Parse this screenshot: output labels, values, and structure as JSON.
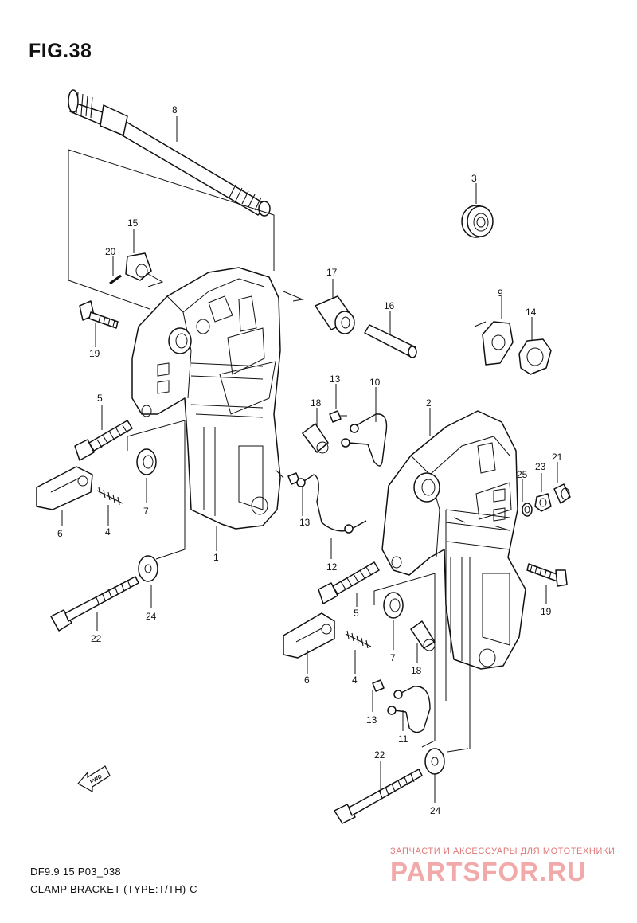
{
  "figure": {
    "title": "FIG.38",
    "model_code": "DF9.9 15 P03_038",
    "caption": "CLAMP BRACKET (TYPE:T/TH)-C",
    "fwd_label": "FWD"
  },
  "watermark": {
    "tagline": "ЗАПЧАСТИ И АКСЕССУАРЫ ДЛЯ МОТОТЕХНИКИ",
    "site": "PARTSFOR.RU",
    "color": "#f1a9a9"
  },
  "callouts": {
    "c8": "8",
    "c3": "3",
    "c15": "15",
    "c20": "20",
    "c17": "17",
    "c16": "16",
    "c9": "9",
    "c14": "14",
    "c19a": "19",
    "c13a": "13",
    "c10": "10",
    "c18a": "18",
    "c2": "2",
    "c5a": "5",
    "c25": "25",
    "c23": "23",
    "c21": "21",
    "c7a": "7",
    "c6a": "6",
    "c4a": "4",
    "c13b": "13",
    "c1": "1",
    "c12": "12",
    "c19b": "19",
    "c24a": "24",
    "c22a": "22",
    "c5b": "5",
    "c7b": "7",
    "c18b": "18",
    "c6b": "6",
    "c4b": "4",
    "c13c": "13",
    "c11": "11",
    "c22b": "22",
    "c24b": "24"
  }
}
